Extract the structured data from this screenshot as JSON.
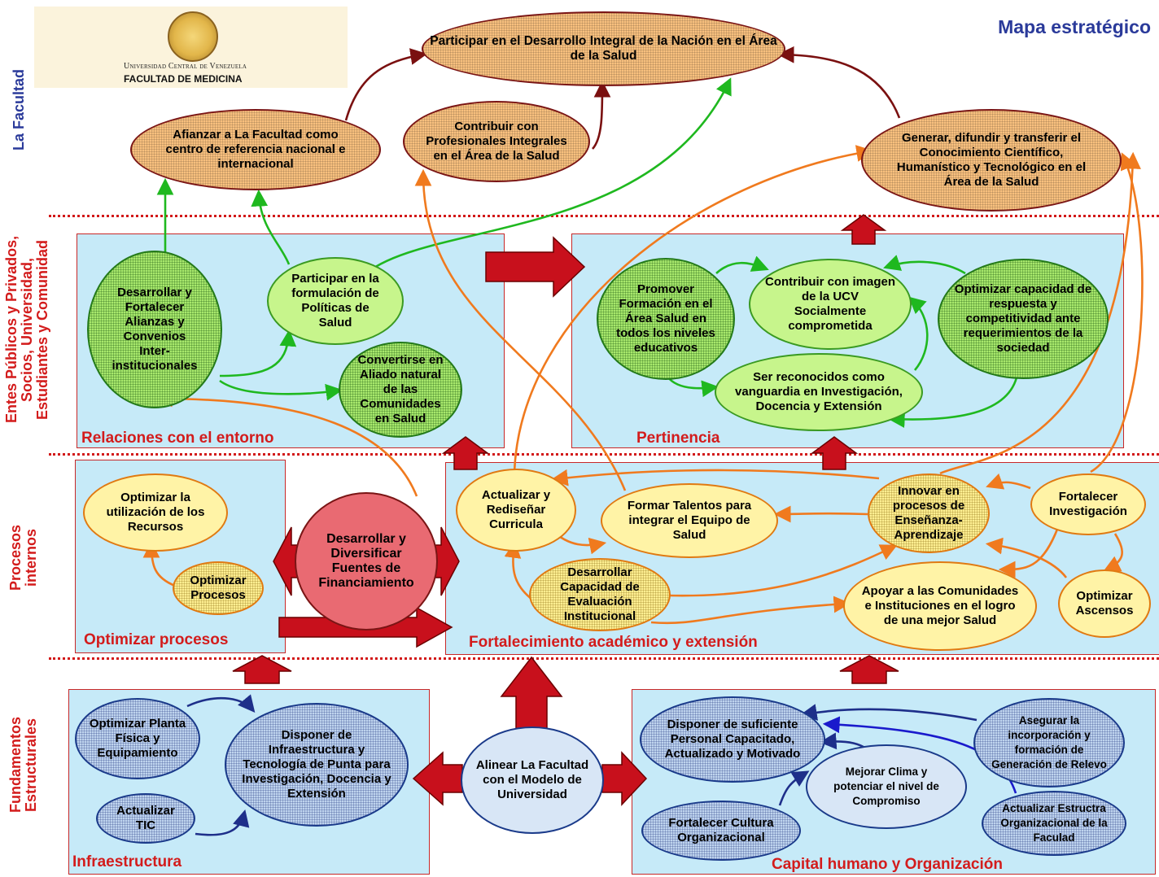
{
  "header": {
    "university": "Universidad Central de Venezuela",
    "faculty": "FACULTAD DE MEDICINA",
    "title": "Mapa estratégico"
  },
  "perspectives": {
    "facultad": "La Facultad",
    "entes": [
      "Entes Públicos y Privados,",
      "Socios, Universidad,",
      "Estudiantes y Comunidad"
    ],
    "procesos": [
      "Procesos",
      "internos"
    ],
    "fundamentos": [
      "Fundamentos",
      "Estructurales"
    ]
  },
  "panels": {
    "entorno": "Relaciones con el entorno",
    "pertinencia": "Pertinencia",
    "optimizar": "Optimizar procesos",
    "fortalecimiento": "Fortalecimiento académico y extensión",
    "infraestructura": "Infraestructura",
    "capital": "Capital humano y Organización"
  },
  "nodes": {
    "participar_desarrollo": "Participar en el Desarrollo Integral de la Nación en el Área de la Salud",
    "afianzar": "Afianzar a La Facultad como centro de referencia nacional e internacional",
    "contribuir_prof": "Contribuir con Profesionales Integrales en el Área de la Salud",
    "generar": "Generar, difundir y transferir el Conocimiento Científico, Humanístico y Tecnológico en el Área de la Salud",
    "desarrollar_alianzas": "Desarrollar y Fortalecer Alianzas y Convenios Inter-institucionales",
    "participar_politicas": "Participar en la formulación de Políticas de Salud",
    "convertirse": "Convertirse en Aliado natural de las Comunidades en Salud",
    "promover": "Promover Formación en el Área Salud en todos los niveles educativos",
    "contribuir_imagen": "Contribuir con imagen de la UCV Socialmente comprometida",
    "optimizar_capacidad": "Optimizar capacidad de respuesta y competitividad ante requerimientos de la sociedad",
    "ser_reconocidos": "Ser reconocidos como vanguardia en Investigación, Docencia y Extensión",
    "optimizar_recursos": "Optimizar la utilización de los Recursos",
    "optimizar_procesos": "Optimizar Procesos",
    "fuentes": "Desarrollar y Diversificar Fuentes de Financiamiento",
    "actualizar_curricula": "Actualizar y Rediseñar Curricula",
    "formar_talentos": "Formar Talentos para integrar el Equipo de Salud",
    "innovar": "Innovar en procesos de Enseñanza-Aprendizaje",
    "fortalecer_investigacion": "Fortalecer Investigación",
    "desarrollar_evaluacion": "Desarrollar Capacidad de Evaluación Institucional",
    "apoyar": "Apoyar a las Comunidades e Instituciones en el logro de una mejor Salud",
    "optimizar_ascensos": "Optimizar Ascensos",
    "optimizar_planta": "Optimizar Planta Física y Equipamiento",
    "disponer_infra": "Disponer de Infraestructura y Tecnología de Punta para Investigación, Docencia y Extensión",
    "actualizar_tic": "Actualizar TIC",
    "alinear": "Alinear La Facultad con el Modelo de Universidad",
    "disponer_personal": "Disponer de suficiente Personal Capacitado, Actualizado y Motivado",
    "asegurar": "Asegurar la incorporación y formación de Generación de Relevo",
    "mejorar_clima": "Mejorar Clima y potenciar el nivel de Compromiso",
    "fortalecer_cultura": "Fortalecer Cultura Organizacional",
    "actualizar_estructura": "Actualizar Estructra Organizacional de la Faculad"
  },
  "colors": {
    "panel": "#c6eaf8",
    "panel_border": "#c82828",
    "big_arrow": "#c8101c",
    "link_orange": "#f07a1e",
    "link_green": "#1fb81f",
    "link_darkred": "#7a1010",
    "link_navy": "#1e2f8a",
    "link_blue": "#1a1acc",
    "perspective_blue": "#2a3a9a",
    "perspective_red": "#d31c1c"
  }
}
